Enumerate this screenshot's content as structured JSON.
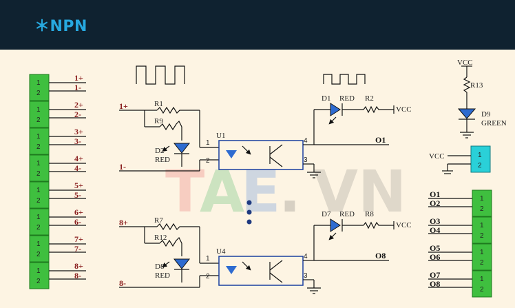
{
  "header": {
    "title": "＊NPN"
  },
  "watermark": {
    "t": "T",
    "a": "A",
    "e": "E",
    "dot": ".",
    "vn": "VN"
  },
  "left_connectors": [
    {
      "pins": [
        "1+",
        "1-"
      ],
      "nums": [
        "1",
        "2"
      ]
    },
    {
      "pins": [
        "2+",
        "2-"
      ],
      "nums": [
        "1",
        "2"
      ]
    },
    {
      "pins": [
        "3+",
        "3-"
      ],
      "nums": [
        "1",
        "2"
      ]
    },
    {
      "pins": [
        "4+",
        "4-"
      ],
      "nums": [
        "1",
        "2"
      ]
    },
    {
      "pins": [
        "5+",
        "5-"
      ],
      "nums": [
        "1",
        "2"
      ]
    },
    {
      "pins": [
        "6+",
        "6-"
      ],
      "nums": [
        "1",
        "2"
      ]
    },
    {
      "pins": [
        "7+",
        "7-"
      ],
      "nums": [
        "1",
        "2"
      ]
    },
    {
      "pins": [
        "8+",
        "8-"
      ],
      "nums": [
        "1",
        "2"
      ]
    }
  ],
  "right_connectors": [
    {
      "pins": [
        "O1",
        "O2"
      ],
      "nums": [
        "1",
        "2"
      ]
    },
    {
      "pins": [
        "O3",
        "O4"
      ],
      "nums": [
        "1",
        "2"
      ]
    },
    {
      "pins": [
        "O5",
        "O6"
      ],
      "nums": [
        "1",
        "2"
      ]
    },
    {
      "pins": [
        "O7",
        "O8"
      ],
      "nums": [
        "1",
        "2"
      ]
    }
  ],
  "channel1": {
    "in_plus": "1+",
    "in_minus": "1-",
    "r1": "R1",
    "r2": "R9",
    "led": "D2",
    "led_color": "RED",
    "opto": "U1",
    "pin1": "1",
    "pin2": "2",
    "pin3": "3",
    "pin4": "4",
    "out_led": "D1",
    "out_led_color": "RED",
    "out_res": "R2",
    "vcc": "VCC",
    "out": "O1"
  },
  "channel8": {
    "in_plus": "8+",
    "in_minus": "8-",
    "r1": "R7",
    "r2": "R12",
    "led": "D8",
    "led_color": "RED",
    "opto": "U4",
    "pin1": "1",
    "pin2": "2",
    "pin3": "3",
    "pin4": "4",
    "out_led": "D7",
    "out_led_color": "RED",
    "out_res": "R8",
    "vcc": "VCC",
    "out": "O8"
  },
  "power": {
    "vcc": "VCC",
    "res": "R13",
    "led": "D9",
    "led_color": "GREEN",
    "conn_vcc": "VCC",
    "conn_nums": [
      "1",
      "2"
    ]
  },
  "colors": {
    "header_bg": "#0f2230",
    "title": "#27a9e0",
    "connector_green": "#3fbf3f",
    "connector_cyan": "#2ad0d8",
    "net_label": "#8a1f1f",
    "opto_box": "#1a3fa0"
  }
}
